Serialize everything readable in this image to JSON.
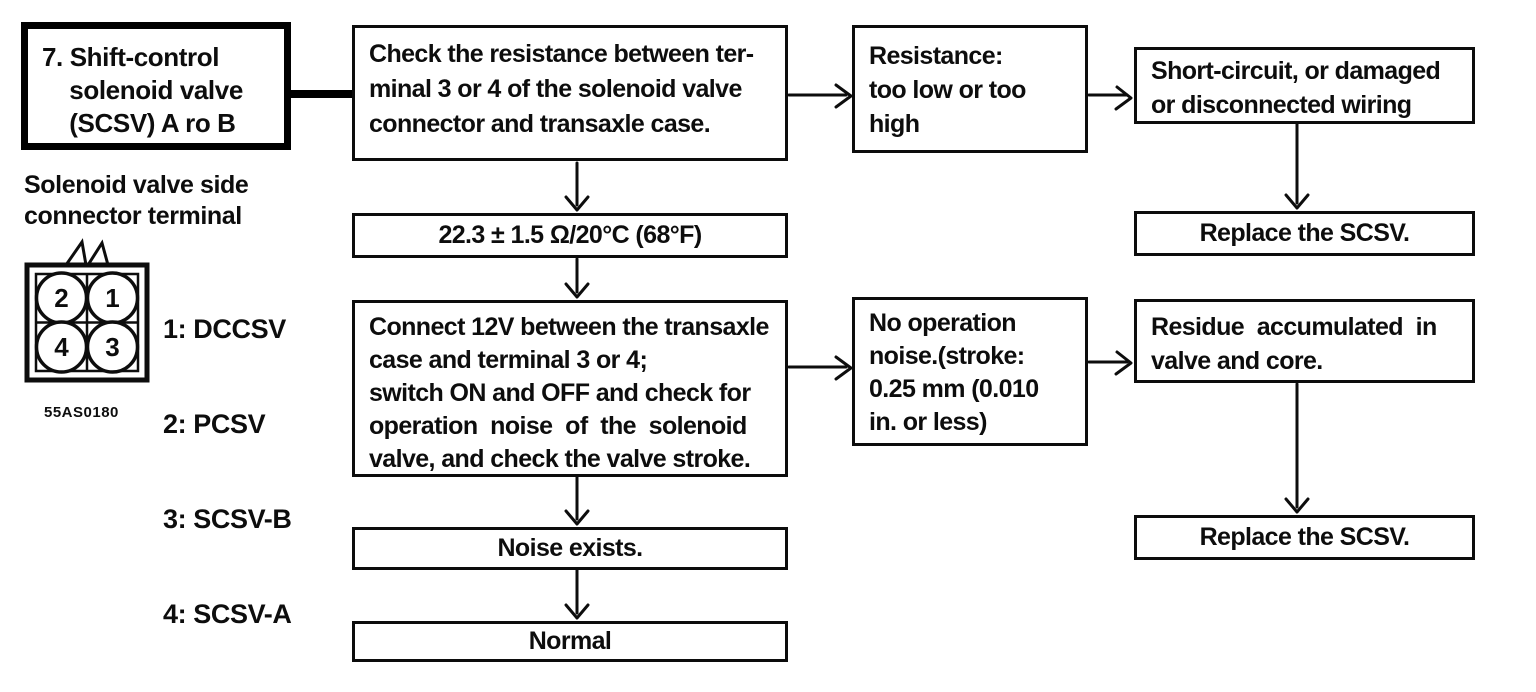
{
  "accent_color": "#0d0d0d",
  "background_color": "#ffffff",
  "header": {
    "title_box": "7. Shift-control\n    solenoid valve\n    (SCSV) A ro B"
  },
  "left_panel": {
    "connector_label": "Solenoid valve side\nconnector terminal",
    "pins": [
      "2",
      "1",
      "4",
      "3"
    ],
    "legend": [
      "1: DCCSV",
      "2: PCSV",
      "3: SCSV-B",
      "4: SCSV-A"
    ],
    "figure_code": "55AS0180"
  },
  "flow": {
    "step_check_resistance": "Check the resistance between ter-\nminal 3 or 4 of the solenoid valve\nconnector and transaxle case.",
    "spec_resistance": "22.3 ± 1.5 Ω/20°C (68°F)",
    "step_connect_12v": "Connect 12V between the transaxle\ncase and terminal 3 or 4;\nswitch ON and OFF and check for\noperation  noise  of  the  solenoid\nvalve, and check the valve stroke.",
    "result_noise": "Noise exists.",
    "result_normal": "Normal",
    "cond_resistance": "Resistance:\ntoo low or too\nhigh",
    "cond_no_noise": "No operation\nnoise.(stroke:\n0.25 mm (0.010\nin. or less)",
    "cause_wiring": "Short-circuit, or damaged\nor disconnected wiring",
    "action_replace_1": "Replace the SCSV.",
    "cause_residue": "Residue  accumulated  in\nvalve and core.",
    "action_replace_2": "Replace the SCSV."
  }
}
